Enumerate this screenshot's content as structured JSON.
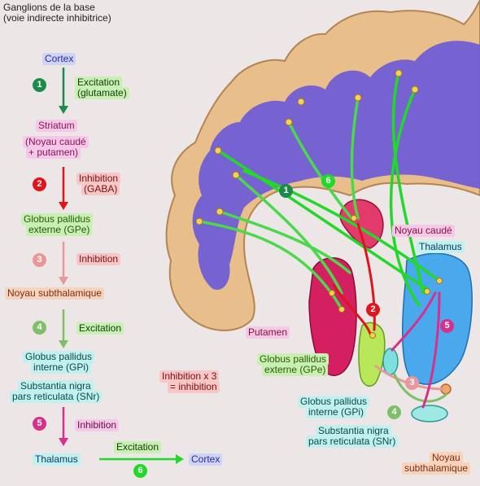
{
  "title_line1": "Ganglions de la base",
  "title_line2": "(voie indirecte inhibitrice)",
  "flow": {
    "cortex": "Cortex",
    "step1_num": "1",
    "step1_label_a": "Excitation",
    "step1_label_b": "(glutamate)",
    "striatum_a": "Striatum",
    "striatum_b": "(Noyau caudé",
    "striatum_c": "+ putamen)",
    "step2_num": "2",
    "step2_label_a": "Inhibition",
    "step2_label_b": "(GABA)",
    "gpe_a": "Globus pallidus",
    "gpe_b": "externe (GPe)",
    "step3_num": "3",
    "step3_label": "Inhibition",
    "stn": "Noyau subthalamique",
    "step4_num": "4",
    "step4_label": "Excitation",
    "gpi_a": "Globus pallidus",
    "gpi_b": "interne (GPi)",
    "snr_a": "Substantia nigra",
    "snr_b": "pars reticulata (SNr)",
    "step5_num": "5",
    "step5_label": "Inhibition",
    "thalamus": "Thalamus",
    "step6_label": "Excitation",
    "cortex_end": "Cortex",
    "step6_num": "6",
    "summary_a": "Inhibition x 3",
    "summary_b": "= inhibition"
  },
  "anatomy": {
    "noyau_caude": "Noyau caudé",
    "thalamus": "Thalamus",
    "putamen": "Putamen",
    "gpe_a": "Globus pallidus",
    "gpe_b": "externe (GPe)",
    "gpi_a": "Globus pallidus",
    "gpi_b": "interne (GPi)",
    "snr_a": "Substantia nigra",
    "snr_b": "pars reticulata (SNr)",
    "stn_a": "Noyau",
    "stn_b": "subthalamique",
    "n1": "1",
    "n2": "2",
    "n3": "3",
    "n4": "4",
    "n5": "5",
    "n6": "6"
  },
  "colors": {
    "step1": "#1e8a4a",
    "step2": "#e0141c",
    "step3": "#e8989a",
    "step4": "#7fbf6a",
    "step5": "#d6308c",
    "step6": "#22d82a",
    "cortex_fill": "#e8be8a",
    "white_matter": "#6b5ad6",
    "caudate": "#e23a6a",
    "putamen": "#d42060",
    "gpe": "#b8e85a",
    "thalamus": "#4aa8ec"
  }
}
